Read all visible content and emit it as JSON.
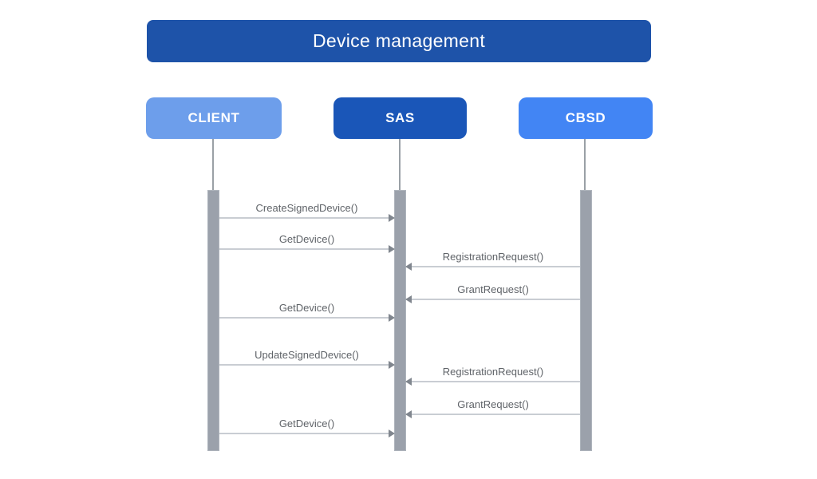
{
  "diagram": {
    "type": "sequence-diagram",
    "title": "Device management",
    "colors": {
      "title_bg": "#1E53A9",
      "client_bg": "#6D9EEB",
      "sas_bg": "#1A56B8",
      "cbsd_bg": "#4285F4",
      "activation_bar": "#9BA1AB",
      "message_line": "#C9CDD3",
      "arrowhead": "#80868E",
      "message_text": "#5F6368",
      "actor_text": "#FFFFFF"
    },
    "actors": [
      {
        "id": "client",
        "label": "CLIENT"
      },
      {
        "id": "sas",
        "label": "SAS"
      },
      {
        "id": "cbsd",
        "label": "CBSD"
      }
    ],
    "messages": [
      {
        "label": "CreateSignedDevice()",
        "from": "CLIENT",
        "to": "SAS"
      },
      {
        "label": "GetDevice()",
        "from": "CLIENT",
        "to": "SAS"
      },
      {
        "label": "RegistrationRequest()",
        "from": "CBSD",
        "to": "SAS"
      },
      {
        "label": "GrantRequest()",
        "from": "CBSD",
        "to": "SAS"
      },
      {
        "label": "GetDevice()",
        "from": "CLIENT",
        "to": "SAS"
      },
      {
        "label": "UpdateSignedDevice()",
        "from": "CLIENT",
        "to": "SAS"
      },
      {
        "label": "RegistrationRequest()",
        "from": "CBSD",
        "to": "SAS"
      },
      {
        "label": "GrantRequest()",
        "from": "CBSD",
        "to": "SAS"
      },
      {
        "label": "GetDevice()",
        "from": "CLIENT",
        "to": "SAS"
      }
    ]
  }
}
